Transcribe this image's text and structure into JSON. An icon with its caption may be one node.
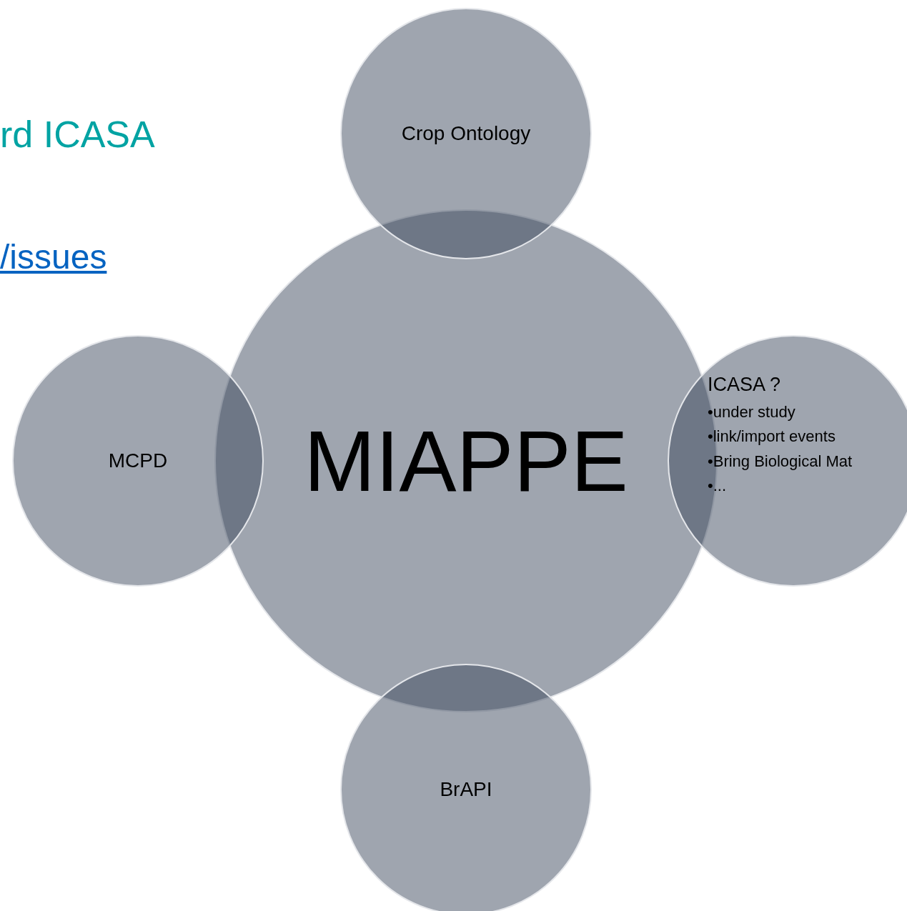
{
  "diagram": {
    "nodes": [
      {
        "text": [
          "Crop Ontology"
        ]
      },
      {
        "text": [
          "MCPD"
        ]
      },
      {
        "text": [
          "MIAPPE"
        ]
      },
      {
        "text": [
          "ICASA ?",
          "•under study",
          "•link/import events",
          "•Bring Biological Mat",
          "•..."
        ]
      },
      {
        "text": [
          "BrAPI"
        ]
      }
    ],
    "labels": [
      "rd ICASA",
      "/issues"
    ]
  }
}
